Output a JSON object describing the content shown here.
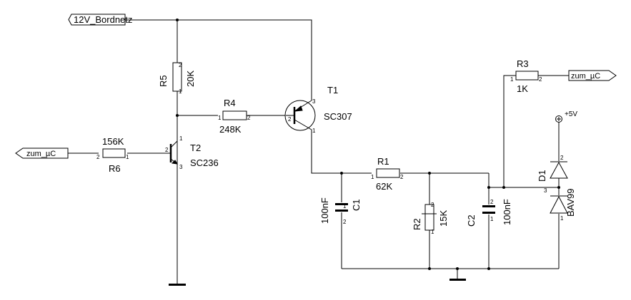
{
  "nets": {
    "supply_port": "12V_Bordnetz",
    "input_port": "zum_µC",
    "output_port": "zum_µC",
    "vcc_label": "+5V"
  },
  "components": {
    "T1": {
      "ref": "T1",
      "value": "SC307",
      "pins": [
        "1",
        "2",
        "3"
      ]
    },
    "T2": {
      "ref": "T2",
      "value": "SC236",
      "pins": [
        "1",
        "2",
        "3"
      ]
    },
    "R1": {
      "ref": "R1",
      "value": "62K",
      "pins": [
        "1",
        "2"
      ]
    },
    "R2": {
      "ref": "R2",
      "value": "15K",
      "pins": [
        "1",
        "2"
      ]
    },
    "R3": {
      "ref": "R3",
      "value": "1K",
      "pins": [
        "1",
        "2"
      ]
    },
    "R4": {
      "ref": "R4",
      "value": "248K",
      "pins": [
        "1",
        "2"
      ]
    },
    "R5": {
      "ref": "R5",
      "value": "20K",
      "pins": [
        "1",
        "2"
      ]
    },
    "R6": {
      "ref": "R6",
      "value": "156K",
      "pins": [
        "1",
        "2"
      ]
    },
    "C1": {
      "ref": "C1",
      "value": "100nF",
      "pins": [
        "1",
        "2"
      ]
    },
    "C2": {
      "ref": "C2",
      "value": "100nF",
      "pins": [
        "1",
        "2"
      ]
    },
    "D1": {
      "ref": "D1",
      "value": "BAV99",
      "pins": [
        "1",
        "2",
        "3"
      ]
    }
  }
}
